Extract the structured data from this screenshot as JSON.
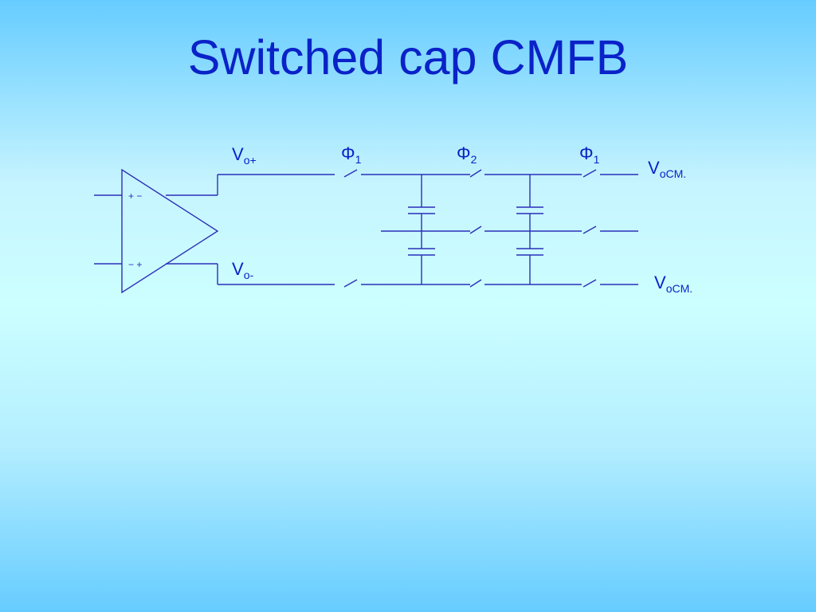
{
  "slide": {
    "title": "Switched cap CMFB"
  },
  "labels": {
    "vo_plus": {
      "main": "V",
      "sub": "o+"
    },
    "vo_minus": {
      "main": "V",
      "sub": "o-"
    },
    "phi1_left": {
      "main": "Φ",
      "sub": "1"
    },
    "phi2": {
      "main": "Φ",
      "sub": "2"
    },
    "phi1_right": {
      "main": "Φ",
      "sub": "1"
    },
    "vocm_top": {
      "main": "V",
      "sub": "oCM."
    },
    "vocm_bottom": {
      "main": "V",
      "sub": "oCM."
    }
  },
  "amplifier": {
    "top_input_signs": "+ −",
    "bottom_input_signs": "− +"
  },
  "colors": {
    "text": "#0a22c8",
    "wire": "#2b2fb8",
    "background_top": "#66ccff",
    "background_middle": "#ccffff"
  }
}
